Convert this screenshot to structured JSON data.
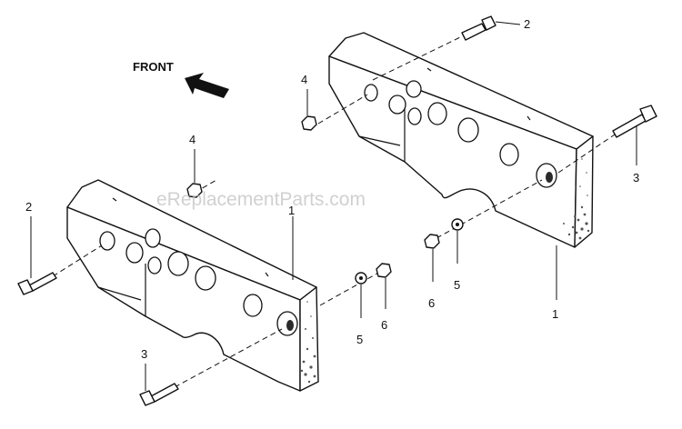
{
  "front_label": "FRONT",
  "watermark": "eReplacementParts.com",
  "callouts": {
    "c1a": "1",
    "c1b": "1",
    "c2a": "2",
    "c2b": "2",
    "c3a": "3",
    "c3b": "3",
    "c4a": "4",
    "c4b": "4",
    "c5a": "5",
    "c5b": "5",
    "c6a": "6",
    "c6b": "6"
  },
  "parts": [
    {
      "number": "1",
      "name": "weight-block"
    },
    {
      "number": "2",
      "name": "bolt"
    },
    {
      "number": "3",
      "name": "bolt"
    },
    {
      "number": "4",
      "name": "nut"
    },
    {
      "number": "5",
      "name": "washer"
    },
    {
      "number": "6",
      "name": "nut"
    }
  ],
  "colors": {
    "line": "#111111",
    "watermark": "#bdbdbd"
  }
}
